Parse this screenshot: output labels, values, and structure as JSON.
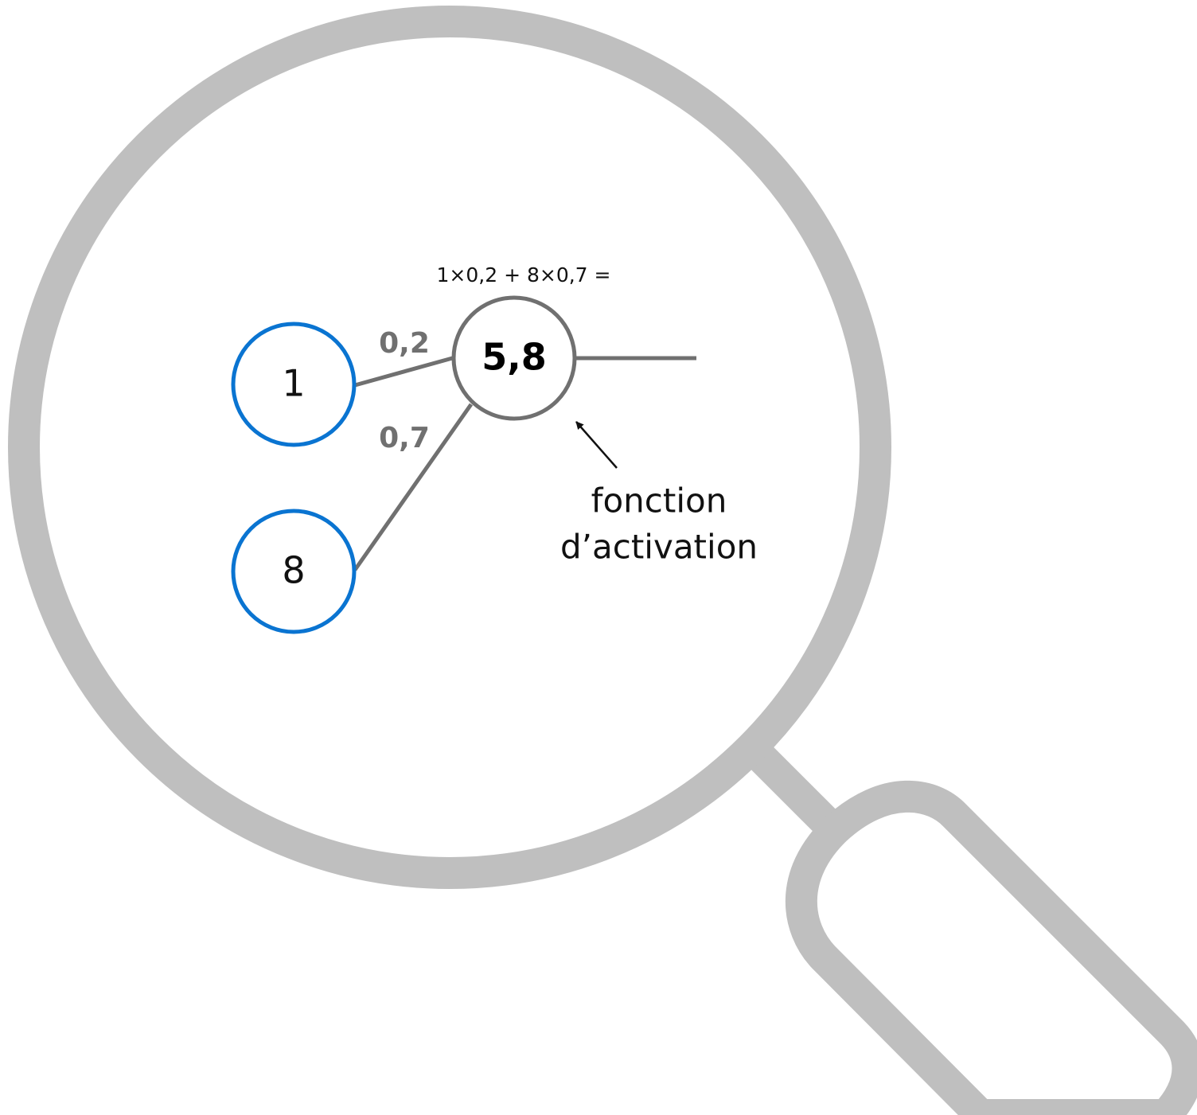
{
  "diagram": {
    "formula": "1×0,2 + 8×0,7 =",
    "inputs": [
      {
        "value": "1"
      },
      {
        "value": "8"
      }
    ],
    "weights": [
      {
        "value": "0,2"
      },
      {
        "value": "0,7"
      }
    ],
    "neuron": {
      "value": "5,8"
    },
    "annotation": {
      "line1": "fonction",
      "line2": "d’activation"
    }
  },
  "colors": {
    "magnifier": "#bfbfbf",
    "input_node_stroke": "#0a74d1",
    "neuron_stroke": "#707070",
    "edge": "#707070",
    "weight_text": "#707070",
    "text": "#111111"
  },
  "icons": {
    "background": "magnifying-glass-icon"
  }
}
